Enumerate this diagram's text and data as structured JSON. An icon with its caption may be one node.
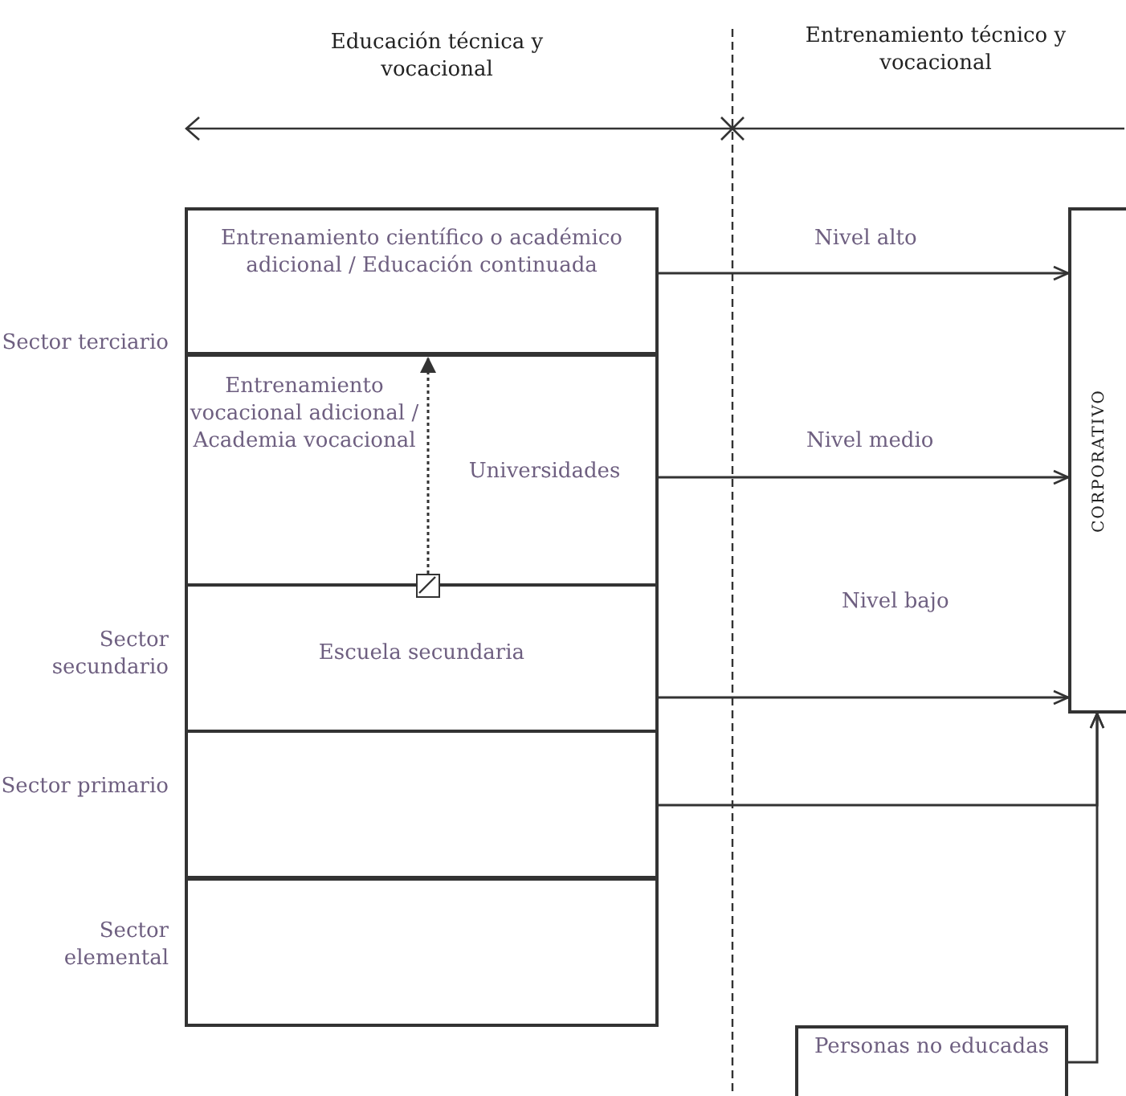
{
  "diagram": {
    "nodes": [
      {
        "text": [
          "Entrenamiento científico o académico adicional / Educación continuada"
        ]
      },
      {
        "text": [
          "Entrenamiento vocacional adicional / Academia vocacional"
        ],
        "beside": [
          "Sector terciario"
        ]
      },
      {
        "text": [
          "Universidades"
        ]
      },
      {
        "text": [],
        "shape": "box"
      },
      {
        "text": [
          "Escuela secundaria"
        ],
        "beside": [
          "Sector secundario"
        ]
      },
      {
        "text": [],
        "shape": "box",
        "beside": [
          "Sector primario"
        ]
      },
      {
        "text": [],
        "shape": "box",
        "beside": [
          "Sector elemental"
        ]
      },
      {
        "text": [
          "CORPORATIVO"
        ]
      },
      {
        "text": [
          "Personas no educadas"
        ]
      }
    ],
    "edges": [
      {
        "from": 0,
        "to": 7,
        "arrow": "to",
        "label": "Nivel alto"
      },
      {
        "from": 2,
        "to": 7,
        "arrow": "to",
        "label": "Nivel medio"
      },
      {
        "from": 4,
        "to": 7,
        "arrow": "to",
        "label": "Nivel bajo"
      },
      {
        "from": 5,
        "to": 7,
        "arrow": "to"
      },
      {
        "from": 8,
        "to": 7,
        "arrow": "to"
      },
      {
        "from": 3,
        "to": 0,
        "arrow": "to",
        "style": "dashed"
      }
    ],
    "labels": [
      "Educación técnica y vocacional",
      "Entrenamiento técnico y vocacional"
    ]
  }
}
